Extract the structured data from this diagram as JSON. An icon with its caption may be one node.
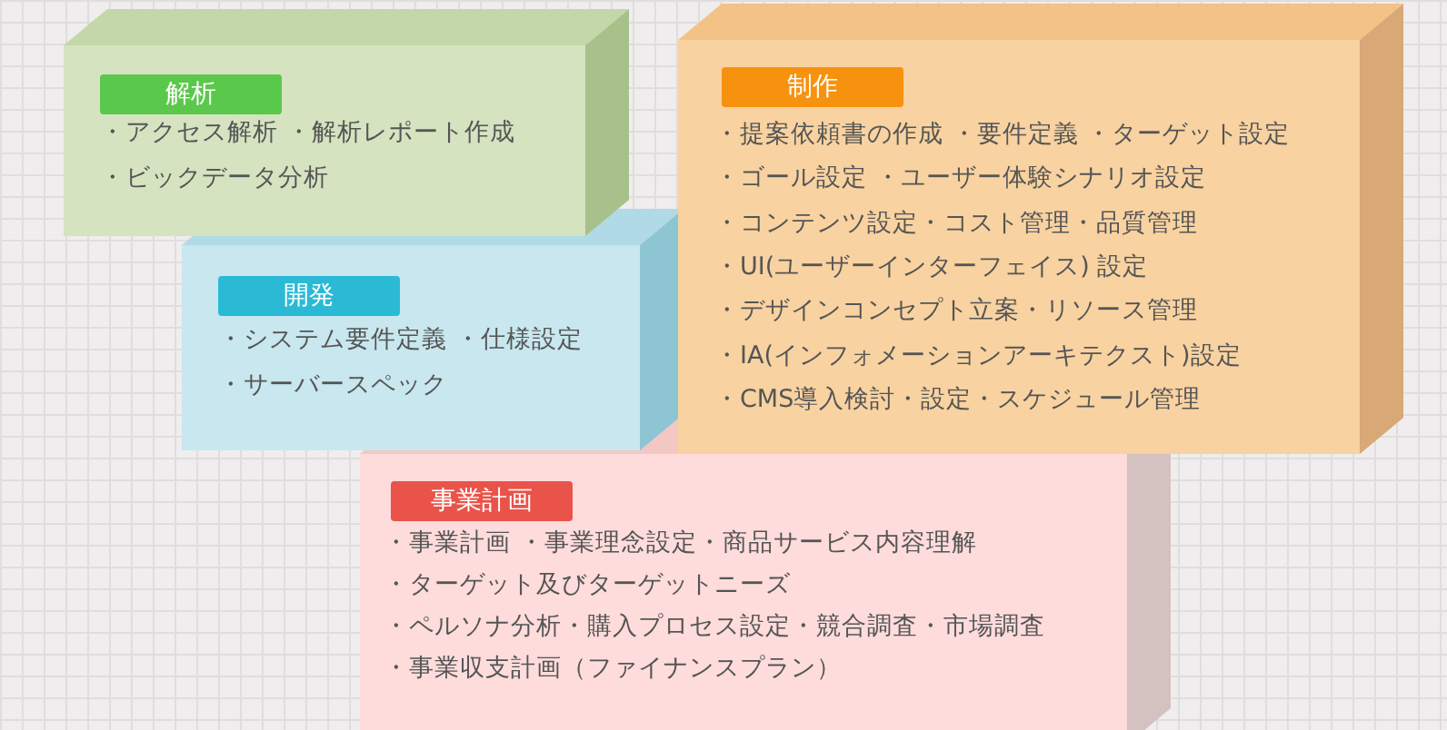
{
  "diagram": {
    "nodes": [
      {
        "text": [
          "解析",
          "・アクセス解析 ・解析レポート作成",
          "・ビックデータ分析"
        ]
      },
      {
        "text": [
          "制作",
          "・提案依頼書の作成 ・要件定義 ・ターゲット設定",
          "・ゴール設定 ・ユーザー体験シナリオ設定",
          "・コンテンツ設定・コスト管理・品質管理",
          "・UI(ユーザーインターフェイス) 設定",
          "・デザインコンセプト立案・リソース管理",
          "・IA(インフォメーションアーキテクスト)設定",
          "・CMS導入検討・設定・スケジュール管理"
        ]
      },
      {
        "text": [
          "開発",
          "・システム要件定義 ・仕様設定",
          "・サーバースペック"
        ]
      },
      {
        "text": [
          "事業計画",
          "・事業計画 ・事業理念設定・商品サービス内容理解",
          "・ターゲット及びターゲットニーズ",
          "・ペルソナ分析・購入プロセス設定・競合調査・市場調査",
          "・事業収支計画（ファイナンスプラン）"
        ]
      }
    ]
  }
}
